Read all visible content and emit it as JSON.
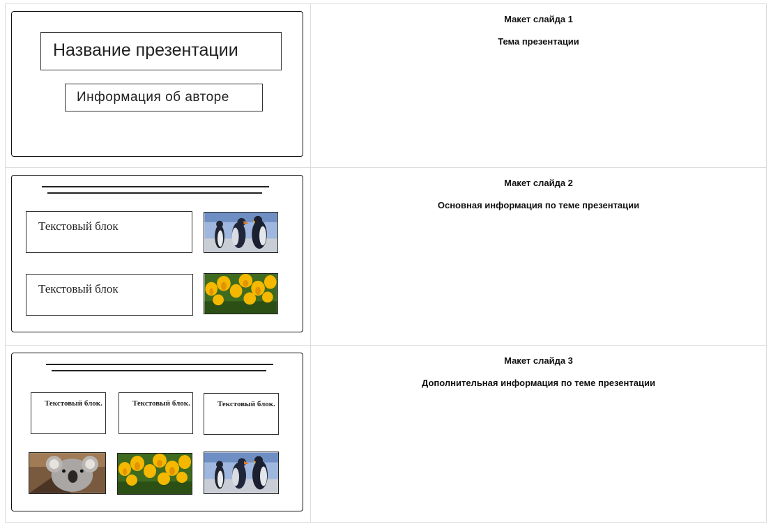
{
  "rows": [
    {
      "caption_title": "Макет слайда 1",
      "caption_sub": "Тема презентации",
      "slide": {
        "title_placeholder": "Название презентации",
        "author_placeholder": "Информация об авторе"
      }
    },
    {
      "caption_title": "Макет слайда 2",
      "caption_sub": "Основная информация по теме презентации",
      "slide": {
        "text_blocks": [
          "Текстовый блок",
          "Текстовый блок"
        ],
        "images": [
          "penguins-image",
          "tulips-image"
        ]
      }
    },
    {
      "caption_title": "Макет слайда 3",
      "caption_sub": "Дополнительная информация по теме презентации",
      "slide": {
        "text_blocks": [
          "Текстовый блок.",
          "Текстовый блок.",
          "Текстовый блок."
        ],
        "images": [
          "koala-image",
          "tulips-image",
          "penguins-image"
        ]
      }
    }
  ],
  "colors": {
    "border": "#dcdcdc",
    "slide_outline": "#111111",
    "tulip_yellow": "#f2b705",
    "sky_blue": "#8fa9d6"
  }
}
